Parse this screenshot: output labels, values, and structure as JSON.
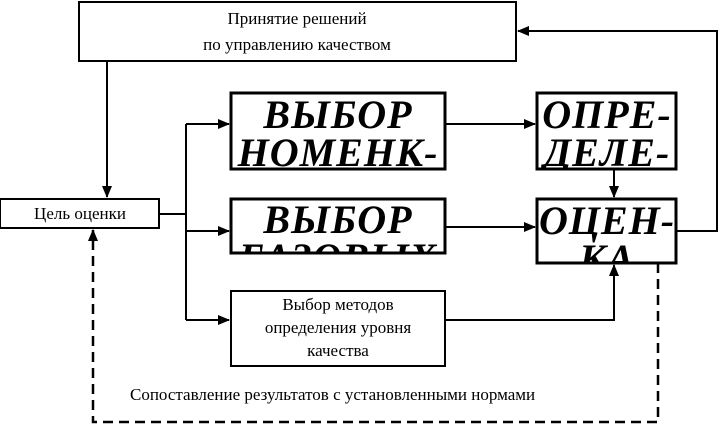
{
  "boxes": {
    "decisions": {
      "line1": "Принятие решений",
      "line2": "по управлению качеством"
    },
    "goal": {
      "label": "Цель оценки"
    },
    "nomenclature": {
      "line1": "ВЫБОР",
      "line2": "НОМЕНК-"
    },
    "base": {
      "line1": "ВЫБОР",
      "line2": "БАЗОВЫХ"
    },
    "methods": {
      "line1": "Выбор методов",
      "line2": "определения уровня",
      "line3": "качества"
    },
    "determine": {
      "line1": "ОПРЕ-",
      "line2": "ДЕЛЕ-"
    },
    "assess": {
      "line1": "ОЦЕН-",
      "line2": "КА"
    }
  },
  "feedback_label": "Сопоставление результатов с установленными нормами"
}
